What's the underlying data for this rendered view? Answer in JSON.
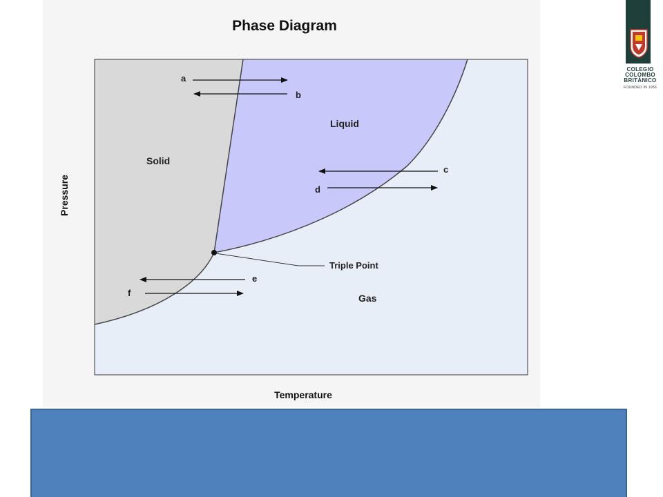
{
  "diagram": {
    "title": "Phase Diagram",
    "regions": {
      "solid": "Solid",
      "liquid": "Liquid",
      "gas": "Gas"
    },
    "triple_point_label": "Triple Point",
    "axes": {
      "x_label": "Temperature",
      "y_label": "Pressure"
    },
    "arrows": {
      "a": "a",
      "b": "b",
      "c": "c",
      "d": "d",
      "e": "e",
      "f": "f"
    },
    "colors": {
      "solid": "#d9d9d9",
      "liquid": "#c8c8fa",
      "gas": "#e8eef8",
      "caption_box": "#4f81bd"
    }
  },
  "logo": {
    "line1": "COLEGIO",
    "line2": "COLOMBO",
    "line3": "BRITÁNICO",
    "founded": "FOUNDED IN 1956"
  }
}
